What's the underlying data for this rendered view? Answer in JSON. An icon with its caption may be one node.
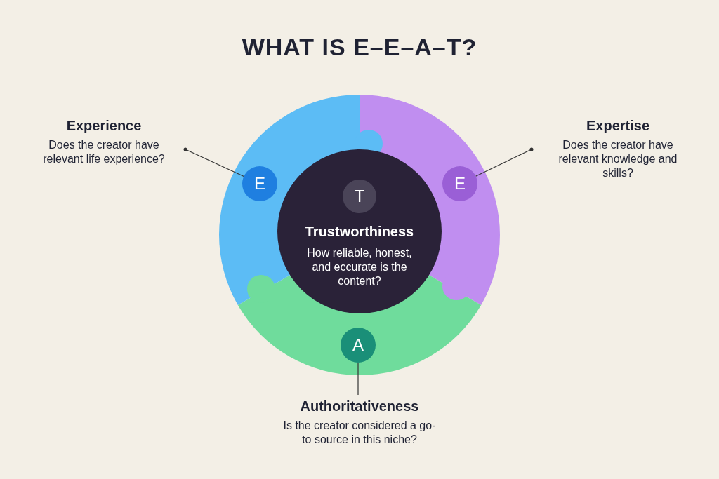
{
  "diagram": {
    "title": "WHAT IS E–E–A–T?",
    "nodes": [
      {
        "text": [
          "Experience",
          "Does the creator have relevant life experience?"
        ]
      },
      {
        "text": [
          "E"
        ]
      },
      {
        "text": [
          "Expertise",
          "Does the creator have relevant knowledge and skills?"
        ]
      },
      {
        "text": [
          "E"
        ]
      },
      {
        "text": [
          "Trustworthiness",
          "How reliable, honest, and eccurate is the content?"
        ]
      },
      {
        "text": [
          "T"
        ],
        "in": 4
      },
      {
        "text": [
          "A"
        ]
      },
      {
        "text": [
          "Authoritativeness",
          "Is the creator considered a go-to source in this niche?"
        ]
      }
    ],
    "edges": [
      {
        "from": 0,
        "to": 1,
        "arrow": "other"
      },
      {
        "from": 2,
        "to": 3,
        "arrow": "other"
      },
      {
        "from": 7,
        "to": 6,
        "arrow": "none"
      }
    ]
  }
}
